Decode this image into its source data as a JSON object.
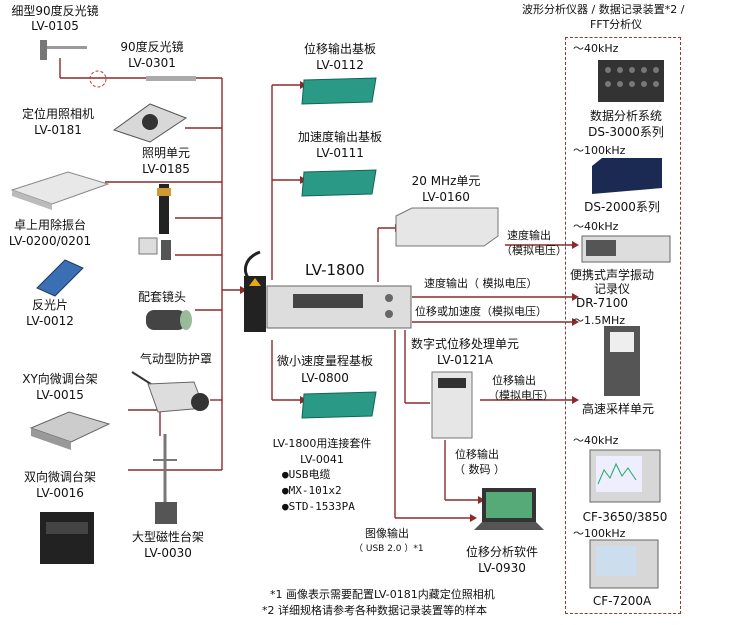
{
  "left": {
    "mirror_small": {
      "name": "细型90度反光镜",
      "model": "LV-0105"
    },
    "mirror90": {
      "name": "90度反光镜",
      "model": "LV-0301"
    },
    "camera": {
      "name": "定位用照相机",
      "model": "LV-0181"
    },
    "light": {
      "name": "照明单元",
      "model": "LV-0185"
    },
    "table": {
      "name": "卓上用除振台",
      "model": "LV-0200/0201"
    },
    "reflector": {
      "name": "反光片",
      "model": "LV-0012"
    },
    "lens": {
      "name": "配套镜头"
    },
    "airguard": {
      "name": "气动型防护罩"
    },
    "xy_stage": {
      "name": "XY向微调台架",
      "model": "LV-0015"
    },
    "two_stage": {
      "name": "双向微调台架",
      "model": "LV-0016"
    },
    "magstand": {
      "name": "大型磁性台架",
      "model": "LV-0030"
    }
  },
  "center": {
    "disp_board": {
      "name": "位移输出基板",
      "model": "LV-0112"
    },
    "acc_board": {
      "name": "加速度输出基板",
      "model": "LV-0111"
    },
    "unit20": {
      "name": "20 MHz单元",
      "model": "LV-0160"
    },
    "main": {
      "model": "LV-1800"
    },
    "micro_board": {
      "name": "微小速度量程基板",
      "model": "LV-0800"
    },
    "kit": {
      "name": "LV-1800用连接套件",
      "model": "LV-0041",
      "items": [
        "●USB电缆",
        "●MX-101x2",
        "●STD-1533PA"
      ]
    },
    "dsp": {
      "name": "数字式位移处理单元",
      "model": "LV-0121A"
    },
    "software": {
      "name": "位移分析软件",
      "model": "LV-0930"
    }
  },
  "signals": {
    "vel1": "速度输出",
    "vel1b": "（模拟电压）",
    "vel2": "速度输出（ 模拟电压）",
    "dispacc": "位移或加速度（模拟电压）",
    "disp_out": "位移输出",
    "disp_out_b": "（模拟电压）",
    "disp_num": "位移输出",
    "disp_num_b": "（ 数码 ）",
    "img_out": "图像输出",
    "img_out_b": "（ USB 2.0 ）*1"
  },
  "right": {
    "header1": "波形分析仪器 / 数据记录装置*2 /",
    "header2": "FFT分析仪",
    "ds3000": {
      "freq": "～40kHz",
      "name": "数据分析系统",
      "model": "DS-3000系列"
    },
    "ds2000": {
      "freq": "～100kHz",
      "model": "DS-2000系列"
    },
    "dr7100": {
      "freq": "～40kHz",
      "name": "便携式声学振动",
      "name2": "记录仪",
      "model": "DR-7100"
    },
    "hs": {
      "freq": "～1.5MHz",
      "name": "高速采样单元"
    },
    "cf3650": {
      "freq": "～40kHz",
      "model": "CF-3650/3850"
    },
    "cf7200": {
      "freq": "～100kHz",
      "model": "CF-7200A"
    }
  },
  "notes": [
    "*1  画像表示需要配置LV-0181内藏定位照相机",
    "*2 详细规格请参考各种数据记录装置等的样本"
  ]
}
